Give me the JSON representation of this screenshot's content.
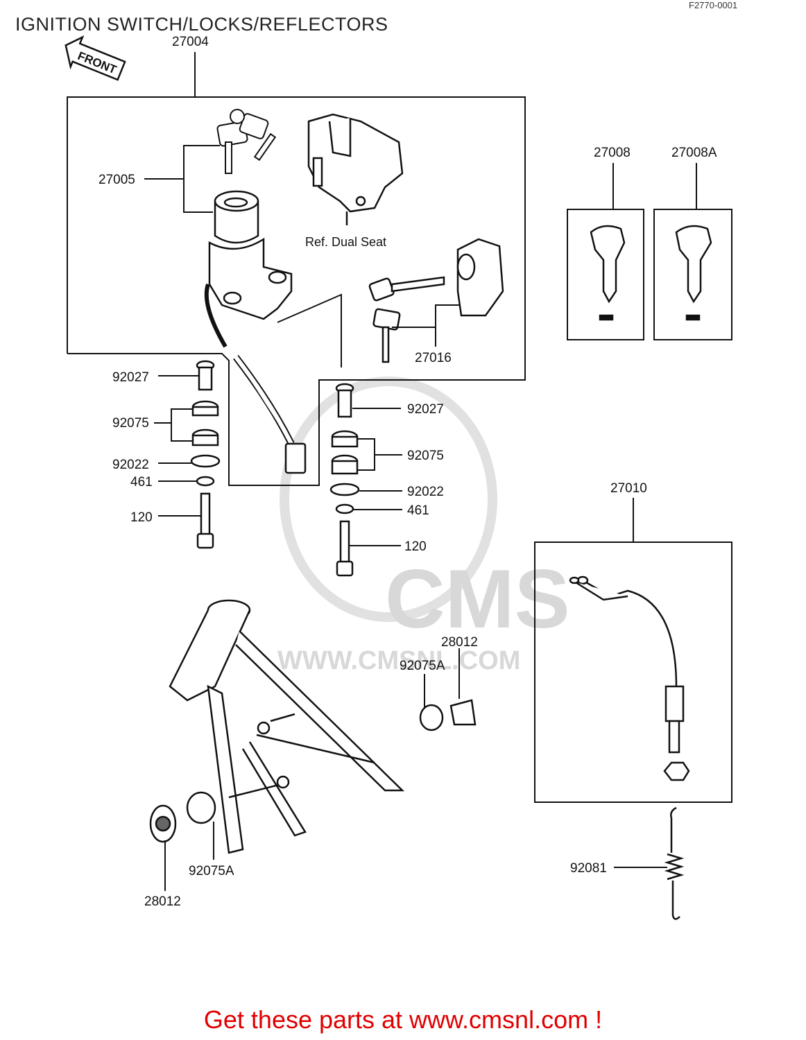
{
  "title": "IGNITION SWITCH/LOCKS/REFLECTORS",
  "figure_code": "F2770-0001",
  "front_label": "FRONT",
  "part_labels": {
    "p27004": "27004",
    "p27005": "27005",
    "p27016": "27016",
    "p27008": "27008",
    "p27008A": "27008A",
    "p27010": "27010",
    "p92027_left": "92027",
    "p92075_left": "92075",
    "p92022_left": "92022",
    "p461_left": "461",
    "p120_left": "120",
    "p92027_right": "92027",
    "p92075_right": "92075",
    "p92022_right": "92022",
    "p461_right": "461",
    "p120_right": "120",
    "p28012_upper": "28012",
    "p92075A_upper": "92075A",
    "p92075A_lower": "92075A",
    "p28012_lower": "28012",
    "p92081": "92081"
  },
  "ref_note": "Ref.  Dual Seat",
  "watermark": {
    "logo": "CMS",
    "url": "WWW.CMSNL.COM"
  },
  "footer_link": "Get these parts at www.cmsnl.com !",
  "colors": {
    "line": "#1a1a1a",
    "footer": "#e00000",
    "watermark": "#d4d4d4"
  }
}
